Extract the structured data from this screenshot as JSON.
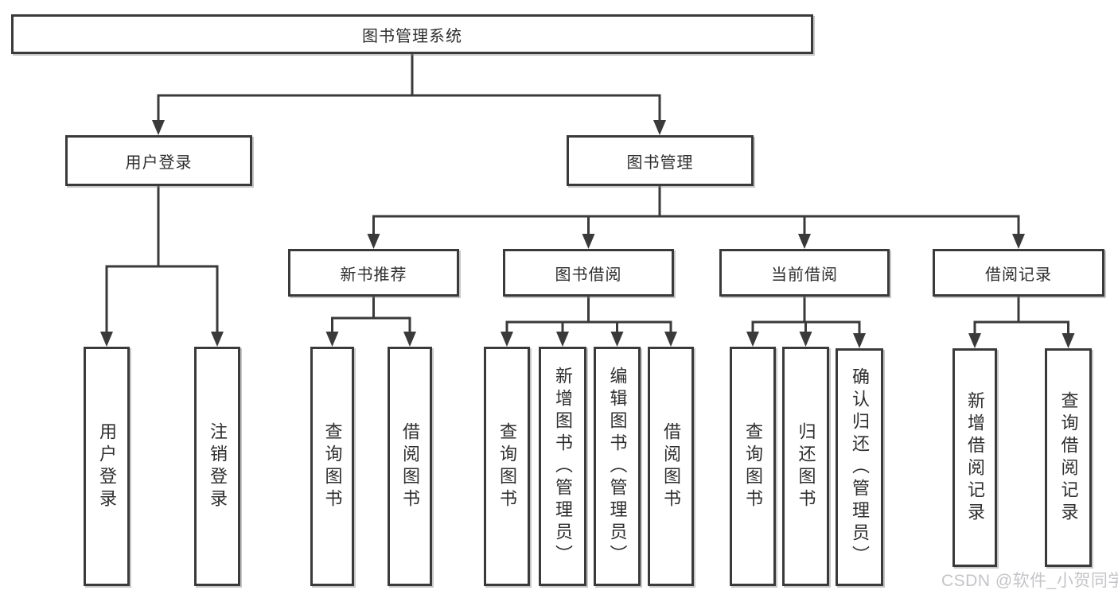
{
  "colors": {
    "line": "#3a3a3a",
    "box_border": "#3a3a3a",
    "text": "#2e2e2e",
    "watermark": "#c4c4c8"
  },
  "watermark": {
    "text": "CSDN @软件_小贺同学"
  },
  "tree": {
    "root": {
      "label": "图书管理系统",
      "children": [
        {
          "label": "用户登录",
          "children": [
            {
              "label": "用户登录"
            },
            {
              "label": "注销登录"
            }
          ]
        },
        {
          "label": "图书管理",
          "children": [
            {
              "label": "新书推荐",
              "children": [
                {
                  "label": "查询图书"
                },
                {
                  "label": "借阅图书"
                }
              ]
            },
            {
              "label": "图书借阅",
              "children": [
                {
                  "label": "查询图书"
                },
                {
                  "label": "新增图书（管理员）"
                },
                {
                  "label": "编辑图书（管理员）"
                },
                {
                  "label": "借阅图书"
                }
              ]
            },
            {
              "label": "当前借阅",
              "children": [
                {
                  "label": "查询图书"
                },
                {
                  "label": "归还图书"
                },
                {
                  "label": "确认归还（管理员）"
                }
              ]
            },
            {
              "label": "借阅记录",
              "children": [
                {
                  "label": "新增借阅记录"
                },
                {
                  "label": "查询借阅记录"
                }
              ]
            }
          ]
        }
      ]
    }
  }
}
